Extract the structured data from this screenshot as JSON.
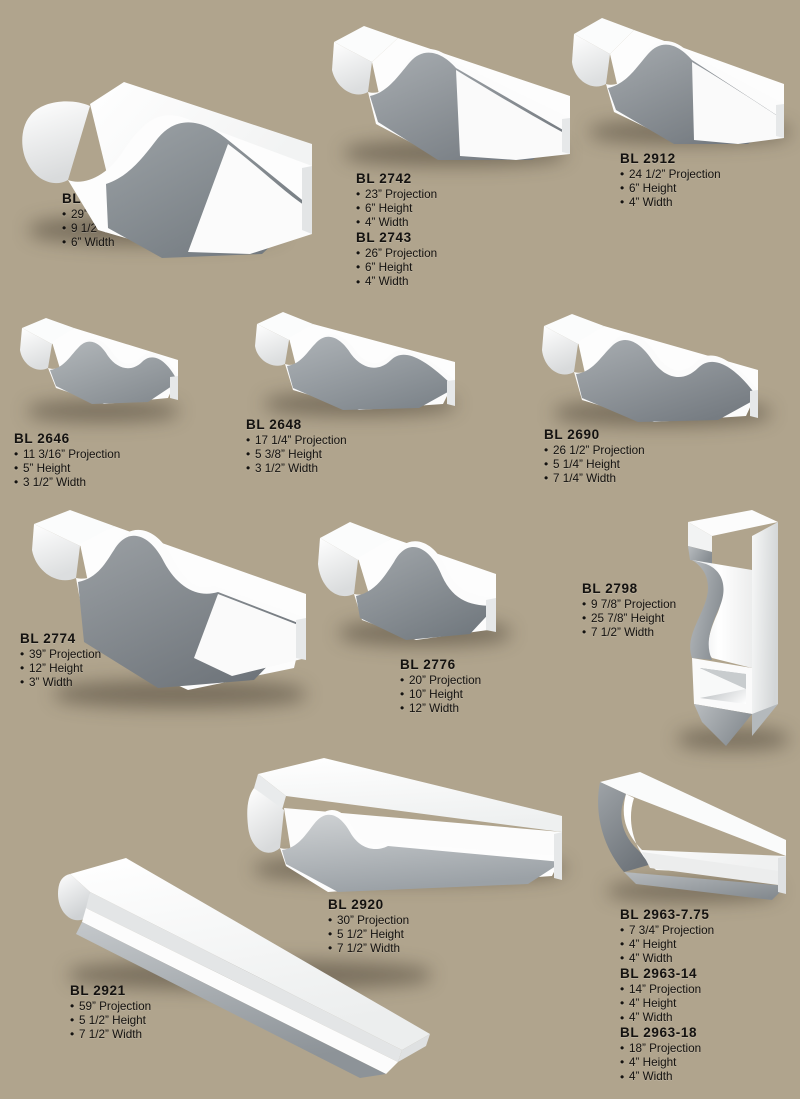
{
  "page": {
    "background_color": "#b0a48d",
    "text_color": "#141210",
    "material_color": "#ffffff",
    "shade_color": "#8b8f93"
  },
  "units": {
    "projection": "Projection",
    "height": "Height",
    "width": "Width"
  },
  "products": [
    {
      "code": "BL 2668",
      "projection": "29” Projection",
      "height": "9 1/2” Height",
      "width": "6” Width"
    },
    {
      "code": "BL 2742",
      "projection": "23” Projection",
      "height": "6” Height",
      "width": "4” Width"
    },
    {
      "code": "BL 2743",
      "projection": "26” Projection",
      "height": "6” Height",
      "width": "4” Width"
    },
    {
      "code": "BL 2912",
      "projection": "24 1/2” Projection",
      "height": "6” Height",
      "width": "4” Width"
    },
    {
      "code": "BL 2646",
      "projection": "11 3/16” Projection",
      "height": "5” Height",
      "width": "3 1/2” Width"
    },
    {
      "code": "BL 2648",
      "projection": "17 1/4” Projection",
      "height": "5 3/8” Height",
      "width": "3 1/2” Width"
    },
    {
      "code": "BL 2690",
      "projection": "26 1/2” Projection",
      "height": "5 1/4” Height",
      "width": "7 1/4” Width"
    },
    {
      "code": "BL 2774",
      "projection": "39” Projection",
      "height": "12” Height",
      "width": "3” Width"
    },
    {
      "code": "BL 2776",
      "projection": "20” Projection",
      "height": "10” Height",
      "width": "12” Width"
    },
    {
      "code": "BL 2798",
      "projection": "9 7/8” Projection",
      "height": "25 7/8” Height",
      "width": "7 1/2” Width"
    },
    {
      "code": "BL 2920",
      "projection": "30” Projection",
      "height": "5 1/2” Height",
      "width": "7 1/2” Width"
    },
    {
      "code": "BL 2921",
      "projection": "59” Projection",
      "height": "5 1/2” Height",
      "width": "7 1/2” Width"
    },
    {
      "code": "BL 2963-7.75",
      "projection": "7 3/4” Projection",
      "height": "4” Height",
      "width": "4” Width"
    },
    {
      "code": "BL 2963-14",
      "projection": "14” Projection",
      "height": "4” Height",
      "width": "4” Width"
    },
    {
      "code": "BL 2963-18",
      "projection": "18” Projection",
      "height": "4” Height",
      "width": "4” Width"
    }
  ]
}
